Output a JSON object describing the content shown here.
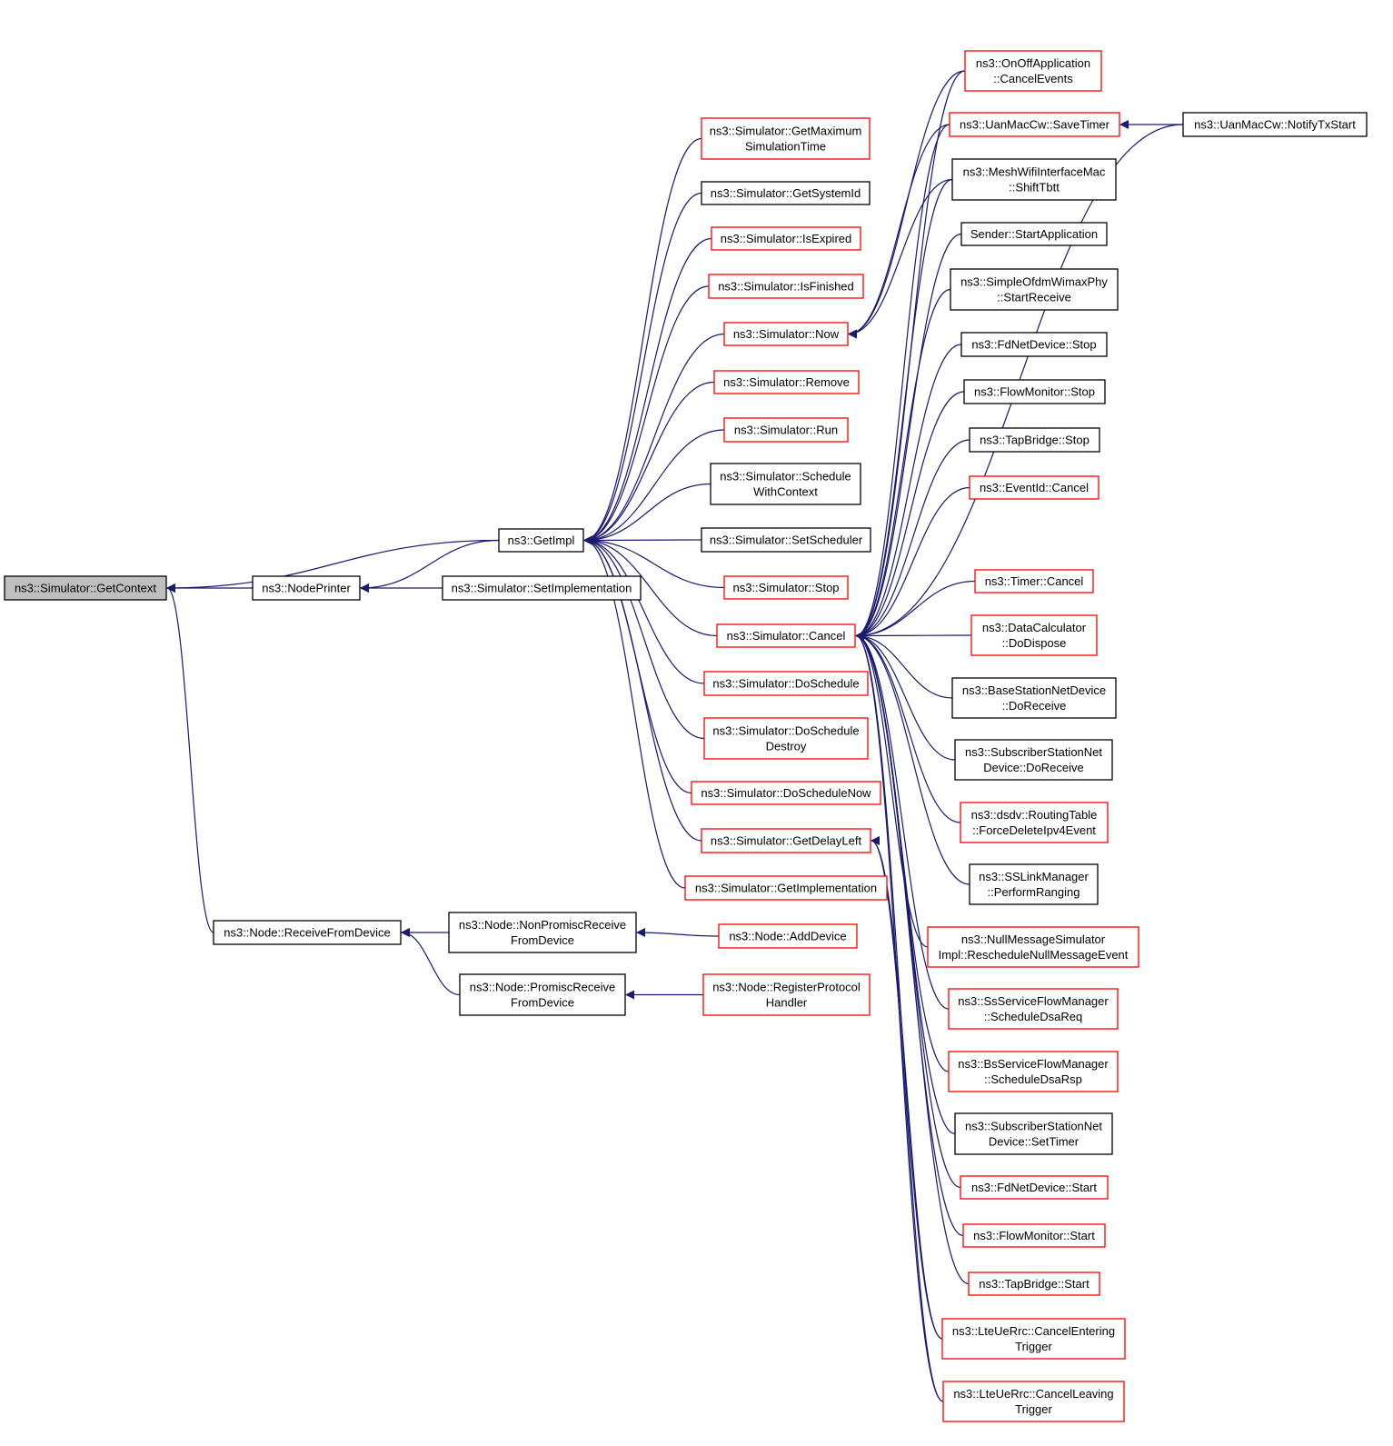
{
  "colors": {
    "edge": "#191970",
    "focus_fill": "#bfbfbf",
    "border_red": "#ff0000",
    "border_black": "#000000",
    "text": "#000000"
  },
  "nodes": [
    {
      "id": "getcontext",
      "lines": [
        "ns3::Simulator::GetContext"
      ],
      "border": "black",
      "focus": true
    },
    {
      "id": "nodeprinter",
      "lines": [
        "ns3::NodePrinter"
      ],
      "border": "black"
    },
    {
      "id": "getimpl",
      "lines": [
        "ns3::GetImpl"
      ],
      "border": "black"
    },
    {
      "id": "setimplementation",
      "lines": [
        "ns3::Simulator::SetImplementation"
      ],
      "border": "black"
    },
    {
      "id": "receivefromdevice",
      "lines": [
        "ns3::Node::ReceiveFromDevice"
      ],
      "border": "black"
    },
    {
      "id": "nonpromisc",
      "lines": [
        "ns3::Node::NonPromiscReceive",
        "FromDevice"
      ],
      "border": "black"
    },
    {
      "id": "promisc",
      "lines": [
        "ns3::Node::PromiscReceive",
        "FromDevice"
      ],
      "border": "black"
    },
    {
      "id": "adddevice",
      "lines": [
        "ns3::Node::AddDevice"
      ],
      "border": "red"
    },
    {
      "id": "registerprotocol",
      "lines": [
        "ns3::Node::RegisterProtocol",
        "Handler"
      ],
      "border": "red"
    },
    {
      "id": "getmaximum",
      "lines": [
        "ns3::Simulator::GetMaximum",
        "SimulationTime"
      ],
      "border": "red"
    },
    {
      "id": "getsystemid",
      "lines": [
        "ns3::Simulator::GetSystemId"
      ],
      "border": "black"
    },
    {
      "id": "isexpired",
      "lines": [
        "ns3::Simulator::IsExpired"
      ],
      "border": "red"
    },
    {
      "id": "isfinished",
      "lines": [
        "ns3::Simulator::IsFinished"
      ],
      "border": "red"
    },
    {
      "id": "now",
      "lines": [
        "ns3::Simulator::Now"
      ],
      "border": "red"
    },
    {
      "id": "remove",
      "lines": [
        "ns3::Simulator::Remove"
      ],
      "border": "red"
    },
    {
      "id": "run",
      "lines": [
        "ns3::Simulator::Run"
      ],
      "border": "red"
    },
    {
      "id": "schedulewithcontext",
      "lines": [
        "ns3::Simulator::Schedule",
        "WithContext"
      ],
      "border": "black"
    },
    {
      "id": "setscheduler",
      "lines": [
        "ns3::Simulator::SetScheduler"
      ],
      "border": "black"
    },
    {
      "id": "stop",
      "lines": [
        "ns3::Simulator::Stop"
      ],
      "border": "red"
    },
    {
      "id": "cancel",
      "lines": [
        "ns3::Simulator::Cancel"
      ],
      "border": "red"
    },
    {
      "id": "doschedule",
      "lines": [
        "ns3::Simulator::DoSchedule"
      ],
      "border": "red"
    },
    {
      "id": "doscheduledestroy",
      "lines": [
        "ns3::Simulator::DoSchedule",
        "Destroy"
      ],
      "border": "red"
    },
    {
      "id": "doschedulenow",
      "lines": [
        "ns3::Simulator::DoScheduleNow"
      ],
      "border": "red"
    },
    {
      "id": "getdelayleft",
      "lines": [
        "ns3::Simulator::GetDelayLeft"
      ],
      "border": "red"
    },
    {
      "id": "getimplementation",
      "lines": [
        "ns3::Simulator::GetImplementation"
      ],
      "border": "red"
    },
    {
      "id": "onoffcancelevents",
      "lines": [
        "ns3::OnOffApplication",
        "::CancelEvents"
      ],
      "border": "red"
    },
    {
      "id": "uansavetimer",
      "lines": [
        "ns3::UanMacCw::SaveTimer"
      ],
      "border": "red"
    },
    {
      "id": "meshshifttbtt",
      "lines": [
        "ns3::MeshWifiInterfaceMac",
        "::ShiftTbtt"
      ],
      "border": "black"
    },
    {
      "id": "senderstartapp",
      "lines": [
        "Sender::StartApplication"
      ],
      "border": "black"
    },
    {
      "id": "simpleofdmstartreceive",
      "lines": [
        "ns3::SimpleOfdmWimaxPhy",
        "::StartReceive"
      ],
      "border": "black"
    },
    {
      "id": "fdnetstop",
      "lines": [
        "ns3::FdNetDevice::Stop"
      ],
      "border": "black"
    },
    {
      "id": "flowmonitorstop",
      "lines": [
        "ns3::FlowMonitor::Stop"
      ],
      "border": "black"
    },
    {
      "id": "tapbridgestop",
      "lines": [
        "ns3::TapBridge::Stop"
      ],
      "border": "black"
    },
    {
      "id": "eventidcancel",
      "lines": [
        "ns3::EventId::Cancel"
      ],
      "border": "red"
    },
    {
      "id": "timercancel",
      "lines": [
        "ns3::Timer::Cancel"
      ],
      "border": "red"
    },
    {
      "id": "datacalcdispose",
      "lines": [
        "ns3::DataCalculator",
        "::DoDispose"
      ],
      "border": "red"
    },
    {
      "id": "basestationreceive",
      "lines": [
        "ns3::BaseStationNetDevice",
        "::DoReceive"
      ],
      "border": "black"
    },
    {
      "id": "subscriberreceive",
      "lines": [
        "ns3::SubscriberStationNet",
        "Device::DoReceive"
      ],
      "border": "black"
    },
    {
      "id": "dsdvforcedelete",
      "lines": [
        "ns3::dsdv::RoutingTable",
        "::ForceDeleteIpv4Event"
      ],
      "border": "red"
    },
    {
      "id": "sslinkranging",
      "lines": [
        "ns3::SSLinkManager",
        "::PerformRanging"
      ],
      "border": "black"
    },
    {
      "id": "nullmessage",
      "lines": [
        "ns3::NullMessageSimulator",
        "Impl::RescheduleNullMessageEvent"
      ],
      "border": "red"
    },
    {
      "id": "ssserviceflow",
      "lines": [
        "ns3::SsServiceFlowManager",
        "::ScheduleDsaReq"
      ],
      "border": "red"
    },
    {
      "id": "bsserviceflow",
      "lines": [
        "ns3::BsServiceFlowManager",
        "::ScheduleDsaRsp"
      ],
      "border": "red"
    },
    {
      "id": "subscribersettimer",
      "lines": [
        "ns3::SubscriberStationNet",
        "Device::SetTimer"
      ],
      "border": "black"
    },
    {
      "id": "fdnetstart",
      "lines": [
        "ns3::FdNetDevice::Start"
      ],
      "border": "red"
    },
    {
      "id": "flowmonitorstart",
      "lines": [
        "ns3::FlowMonitor::Start"
      ],
      "border": "red"
    },
    {
      "id": "tapbridgestart",
      "lines": [
        "ns3::TapBridge::Start"
      ],
      "border": "red"
    },
    {
      "id": "ltecancelentering",
      "lines": [
        "ns3::LteUeRrc::CancelEntering",
        "Trigger"
      ],
      "border": "red"
    },
    {
      "id": "ltecancelleaving",
      "lines": [
        "ns3::LteUeRrc::CancelLeaving",
        "Trigger"
      ],
      "border": "red"
    },
    {
      "id": "notifytxstart",
      "lines": [
        "ns3::UanMacCw::NotifyTxStart"
      ],
      "border": "black"
    }
  ],
  "edges": [
    {
      "from": "getimpl",
      "to": "getcontext"
    },
    {
      "from": "nodeprinter",
      "to": "getcontext"
    },
    {
      "from": "receivefromdevice",
      "to": "getcontext"
    },
    {
      "from": "getimpl",
      "to": "nodeprinter"
    },
    {
      "from": "setimplementation",
      "to": "nodeprinter"
    },
    {
      "from": "nonpromisc",
      "to": "receivefromdevice"
    },
    {
      "from": "promisc",
      "to": "receivefromdevice"
    },
    {
      "from": "adddevice",
      "to": "nonpromisc"
    },
    {
      "from": "registerprotocol",
      "to": "promisc"
    },
    {
      "from": "getmaximum",
      "to": "getimpl"
    },
    {
      "from": "getsystemid",
      "to": "getimpl"
    },
    {
      "from": "isexpired",
      "to": "getimpl"
    },
    {
      "from": "isfinished",
      "to": "getimpl"
    },
    {
      "from": "now",
      "to": "getimpl"
    },
    {
      "from": "remove",
      "to": "getimpl"
    },
    {
      "from": "run",
      "to": "getimpl"
    },
    {
      "from": "schedulewithcontext",
      "to": "getimpl"
    },
    {
      "from": "setscheduler",
      "to": "getimpl"
    },
    {
      "from": "stop",
      "to": "getimpl"
    },
    {
      "from": "cancel",
      "to": "getimpl"
    },
    {
      "from": "doschedule",
      "to": "getimpl"
    },
    {
      "from": "doscheduledestroy",
      "to": "getimpl"
    },
    {
      "from": "doschedulenow",
      "to": "getimpl"
    },
    {
      "from": "getdelayleft",
      "to": "getimpl"
    },
    {
      "from": "getimplementation",
      "to": "getimpl"
    },
    {
      "from": "onoffcancelevents",
      "to": "now"
    },
    {
      "from": "uansavetimer",
      "to": "now"
    },
    {
      "from": "meshshifttbtt",
      "to": "now"
    },
    {
      "from": "notifytxstart",
      "to": "uansavetimer"
    },
    {
      "from": "onoffcancelevents",
      "to": "cancel"
    },
    {
      "from": "uansavetimer",
      "to": "cancel"
    },
    {
      "from": "meshshifttbtt",
      "to": "cancel"
    },
    {
      "from": "senderstartapp",
      "to": "cancel"
    },
    {
      "from": "simpleofdmstartreceive",
      "to": "cancel"
    },
    {
      "from": "fdnetstop",
      "to": "cancel"
    },
    {
      "from": "flowmonitorstop",
      "to": "cancel"
    },
    {
      "from": "tapbridgestop",
      "to": "cancel"
    },
    {
      "from": "eventidcancel",
      "to": "cancel"
    },
    {
      "from": "timercancel",
      "to": "cancel"
    },
    {
      "from": "datacalcdispose",
      "to": "cancel"
    },
    {
      "from": "basestationreceive",
      "to": "cancel"
    },
    {
      "from": "subscriberreceive",
      "to": "cancel"
    },
    {
      "from": "dsdvforcedelete",
      "to": "cancel"
    },
    {
      "from": "sslinkranging",
      "to": "cancel"
    },
    {
      "from": "nullmessage",
      "to": "cancel"
    },
    {
      "from": "ssserviceflow",
      "to": "cancel"
    },
    {
      "from": "bsserviceflow",
      "to": "cancel"
    },
    {
      "from": "subscribersettimer",
      "to": "cancel"
    },
    {
      "from": "fdnetstart",
      "to": "cancel"
    },
    {
      "from": "flowmonitorstart",
      "to": "cancel"
    },
    {
      "from": "tapbridgestart",
      "to": "cancel"
    },
    {
      "from": "ltecancelentering",
      "to": "cancel"
    },
    {
      "from": "ltecancelleaving",
      "to": "cancel"
    },
    {
      "from": "notifytxstart",
      "to": "cancel"
    },
    {
      "from": "ltecancelentering",
      "to": "getdelayleft"
    },
    {
      "from": "ltecancelleaving",
      "to": "getdelayleft"
    }
  ]
}
